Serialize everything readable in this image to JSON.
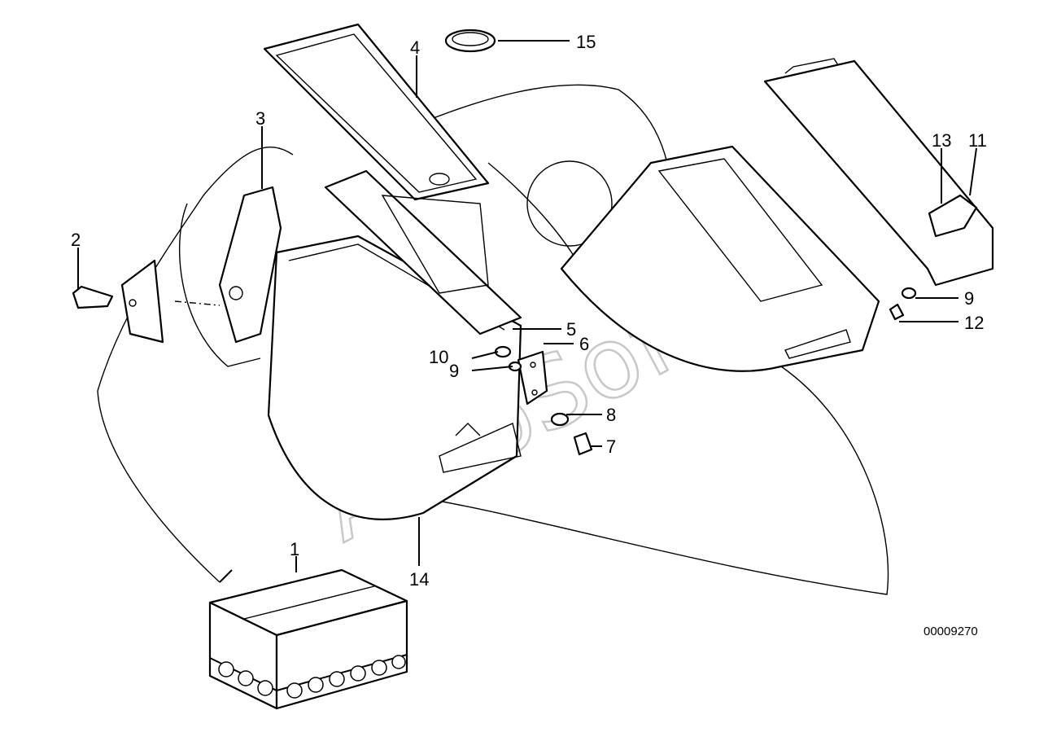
{
  "diagram": {
    "watermark": "AutoSoft",
    "drawing_code": "00009270",
    "callouts": {
      "c1": "1",
      "c2": "2",
      "c3": "3",
      "c4": "4",
      "c5": "5",
      "c6": "6",
      "c7": "7",
      "c8": "8",
      "c9a": "9",
      "c9b": "9",
      "c10": "10",
      "c11": "11",
      "c12": "12",
      "c13": "13",
      "c14": "14",
      "c15": "15"
    }
  }
}
